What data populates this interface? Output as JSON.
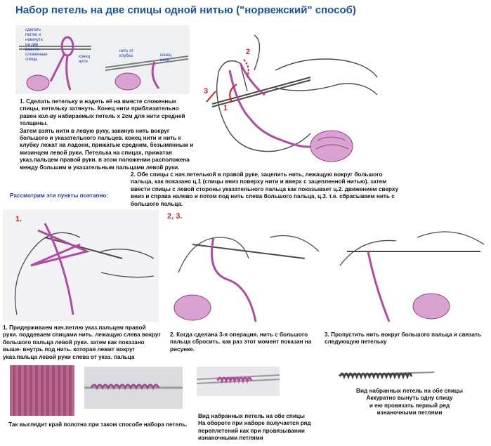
{
  "title": "Набор петель на две спицы одной нитью (\"норвежский\" способ)",
  "top_left_panel": {
    "note_lines": [
      "сделать",
      "петлю и",
      "накинуть",
      "на две",
      "вместе",
      "сложенные",
      "спицы"
    ],
    "label_end": "конец\nнити",
    "label_from_ball": "нить от\nклубка",
    "label_end2": "конец\nнити"
  },
  "step1_text": "1. Сделать петельку и надеть её на вместе сложенные спицы, петельку затянуть. Конец нити приблизительно равен кол-ву набираемых петель х 2см для нити средней толщины.\nЗатем взять нити в левую руку, закинув нить вокруг большого и указательного пальцев. конец нити и нить к клубку лежат на ладони, прижатые средним, безымянным и мизинцем левой руки. Петелька на спицах, прижатая указ.пальцем правой руки. в этом положении расположена между большим и указательным пальцами левой руки.",
  "step2_text": "2. Обе спицы с нач.петелькой в правой руке, зацепить нить, лежащую вокруг большого пальца, как показано ц.1 (спицы вниз поверху нити и вверх с зацепленной нитью). затем ввести спицы с левой стороны указательного пальца как показывает ц.2. движением сверху вниз и справа налево и потом под нить слева большого пальца, ц.3. т.е. сбрасываем нить с большого пальца.",
  "consider_text": "Рассмотрим эти пункты поэтапно:",
  "diagram_numbers": [
    "1",
    "2",
    "3"
  ],
  "stage_labels": [
    "1.",
    "2, 3."
  ],
  "caption_1": "1. Придерживаем нач.петлю указ.пальцем правой руки. поддеваем спицами нить. лежащую слева вокруг большого пальца левой руки. затем как показано выше- внутрь под нить. которая лежит вокруг указ.пальца левой руки слева от указ. пальца",
  "caption_2": "2. Когда сделана 3-я операция. нить с большого пальца сбросить. как раз этот момент показан на рисунке.",
  "caption_3": "3. Пропустить нить вокруг большого пальца и связать следующую петельку",
  "bottom": {
    "edge_caption": "Так выглядит край полотна при таком способе набора петель.",
    "two_needles_caption": "Вид набранных петель на обе спицы\nНа обороте при наборе получается ряд переплетений как при провязывании изнаночными петлями",
    "right_caption": "Вид набранных петель на обе спицы\nАккуратно вынуть одну спицу\nи ею провязать первый ряд\nизнаночными петлями"
  },
  "colors": {
    "title": "#1f4fa0",
    "yarn": "#b04ba2",
    "yarn_light": "#d9a3d0",
    "red": "#d62020",
    "line": "#4a4a4a"
  }
}
